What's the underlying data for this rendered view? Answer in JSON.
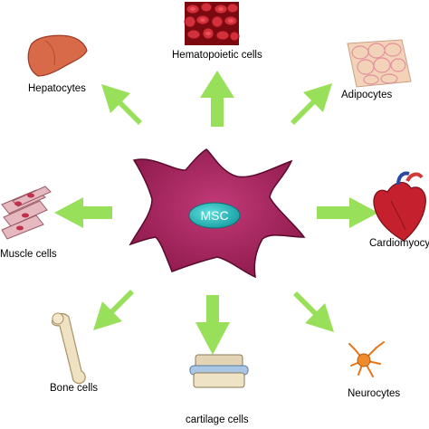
{
  "center": {
    "label": "MSC"
  },
  "cells": {
    "hepatocytes": {
      "label": "Hepatocytes"
    },
    "hematopoietic": {
      "label": "Hematopoietic cells"
    },
    "adipocytes": {
      "label": "Adipocytes"
    },
    "muscle": {
      "label": "Muscle cells"
    },
    "cardiomyocytes": {
      "label": "Cardiomyocytes"
    },
    "bone": {
      "label": "Bone cells"
    },
    "cartilage": {
      "label": "cartilage cells"
    },
    "neurocytes": {
      "label": "Neurocytes"
    }
  },
  "colors": {
    "arrow": "#99e05a",
    "msc_cell": "#a5205a",
    "nucleus": "#1fb5b5"
  }
}
